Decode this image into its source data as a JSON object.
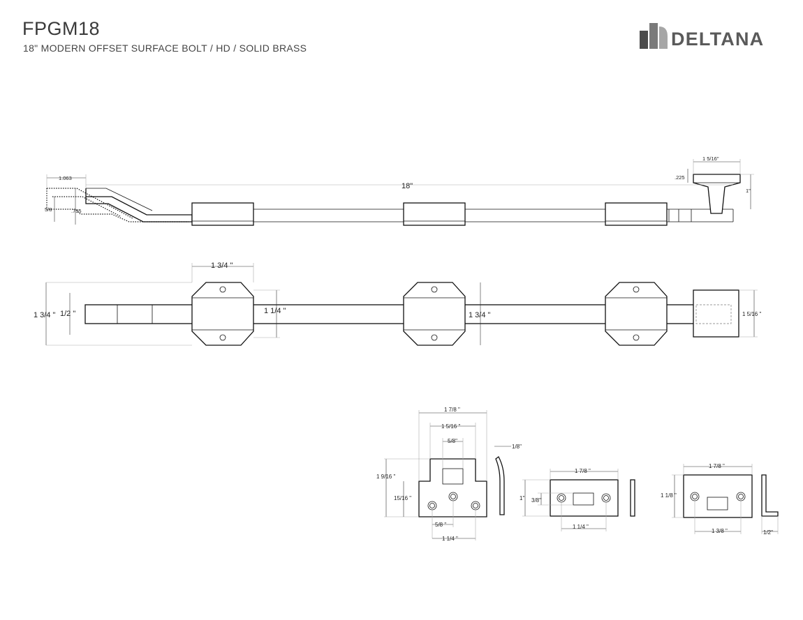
{
  "header": {
    "title": "FPGM18",
    "subtitle": "18\" MODERN OFFSET SURFACE BOLT / HD / SOLID BRASS"
  },
  "brand": {
    "name": "DELTANA",
    "icon": "deltana-logo-icon"
  },
  "side_view": {
    "overall_length": "18\"",
    "offset_width": "1.063",
    "offset_height": ".735",
    "offset_small": "5/8",
    "knob_width": "1 5/16\"",
    "knob_cap": ".225",
    "knob_height": "1\""
  },
  "top_view": {
    "guide_width": "1 3/4 \"",
    "overall_height": "1 3/4 \"",
    "bolt_width": "1/2 \"",
    "guide_inner": "1 1/4 \"",
    "middle_height": "1 3/4 \"",
    "knob_square": "1  5/16 \""
  },
  "strikes": {
    "floor_strike": {
      "width": "1 7/8 \"",
      "upper_width": "1  5/16 \"",
      "slot_width": "5/8\"",
      "thickness": "1/8\"",
      "height": "1  9/16 \"",
      "lower_height": "15/16  \"",
      "hole_spacing": "5/8 \"",
      "hole_span": "1 1/4 \""
    },
    "flat_strike": {
      "width": "1 7/8 \"",
      "height": "1\"",
      "slot_height": "3/8\"",
      "hole_span": "1 1/4 \""
    },
    "angle_strike": {
      "width": "1 7/8 \"",
      "height": "1 1/8 \"",
      "hole_span": "1 3/8 \"",
      "leg": "1/2\""
    }
  }
}
